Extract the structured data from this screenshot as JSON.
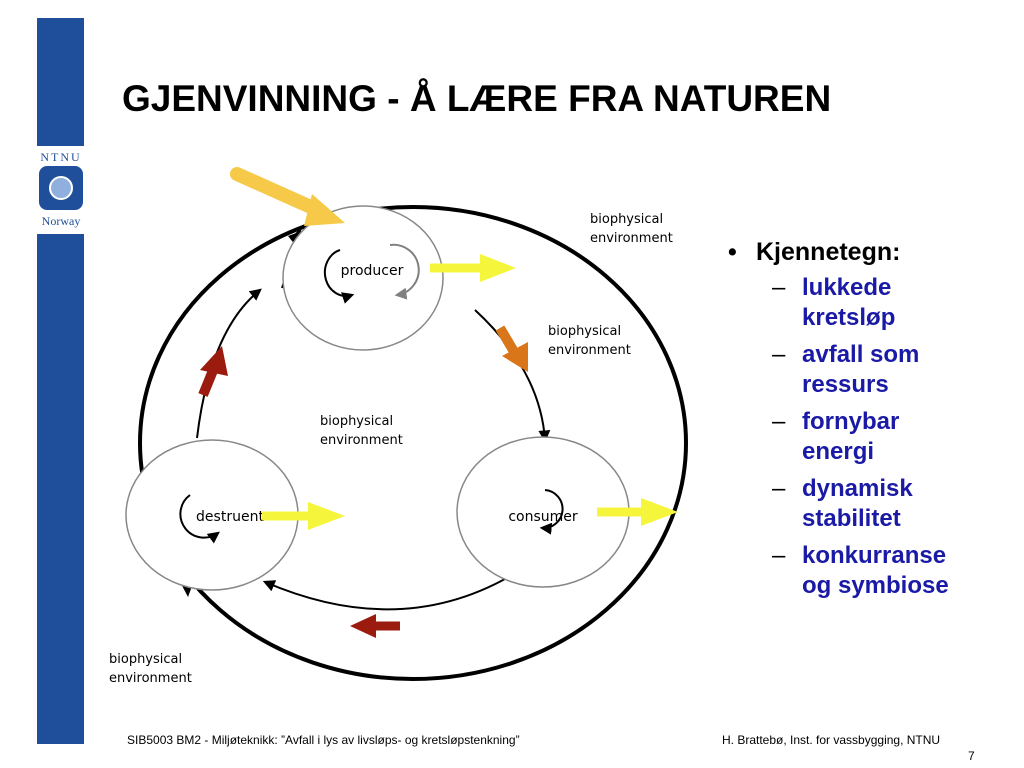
{
  "slide": {
    "title": "GJENVINNING - Å LÆRE FRA NATUREN",
    "page_number": "7"
  },
  "logo": {
    "top_text": "NTNU",
    "bottom_text": "Norway",
    "icon": "ntnu-logo-icon"
  },
  "diagram": {
    "nodes": {
      "producer": "producer",
      "consumer": "consumer",
      "destruent": "destruent"
    },
    "labels": {
      "env_top_right_1": "biophysical",
      "env_top_right_2": "environment",
      "env_mid_right_1": "biophysical",
      "env_mid_right_2": "environment",
      "env_center_1": "biophysical",
      "env_center_2": "environment",
      "env_bottom_left_1": "biophysical",
      "env_bottom_left_2": "environment"
    },
    "colors": {
      "sun_arrow": "#f7c948",
      "output_arrow": "#f5f53c",
      "orange_arrow": "#d9761a",
      "red_arrow": "#9b1b0e",
      "cycle_line": "#000000"
    }
  },
  "bullets": {
    "heading_dot": "•",
    "heading": "Kjennetegn:",
    "dash": "–",
    "items": [
      {
        "line1": "lukkede",
        "line2": "kretsløp"
      },
      {
        "line1": "avfall som",
        "line2": "ressurs"
      },
      {
        "line1": "fornybar",
        "line2": "energi"
      },
      {
        "line1": "dynamisk",
        "line2": "stabilitet"
      },
      {
        "line1": "konkurranse",
        "line2": "og symbiose"
      }
    ]
  },
  "footer": {
    "left": "SIB5003 BM2 - Miljøteknikk: ”Avfall i lys av livsløps- og kretsløpstenkning”",
    "right": "H. Brattebø, Inst. for vassbygging, NTNU"
  }
}
